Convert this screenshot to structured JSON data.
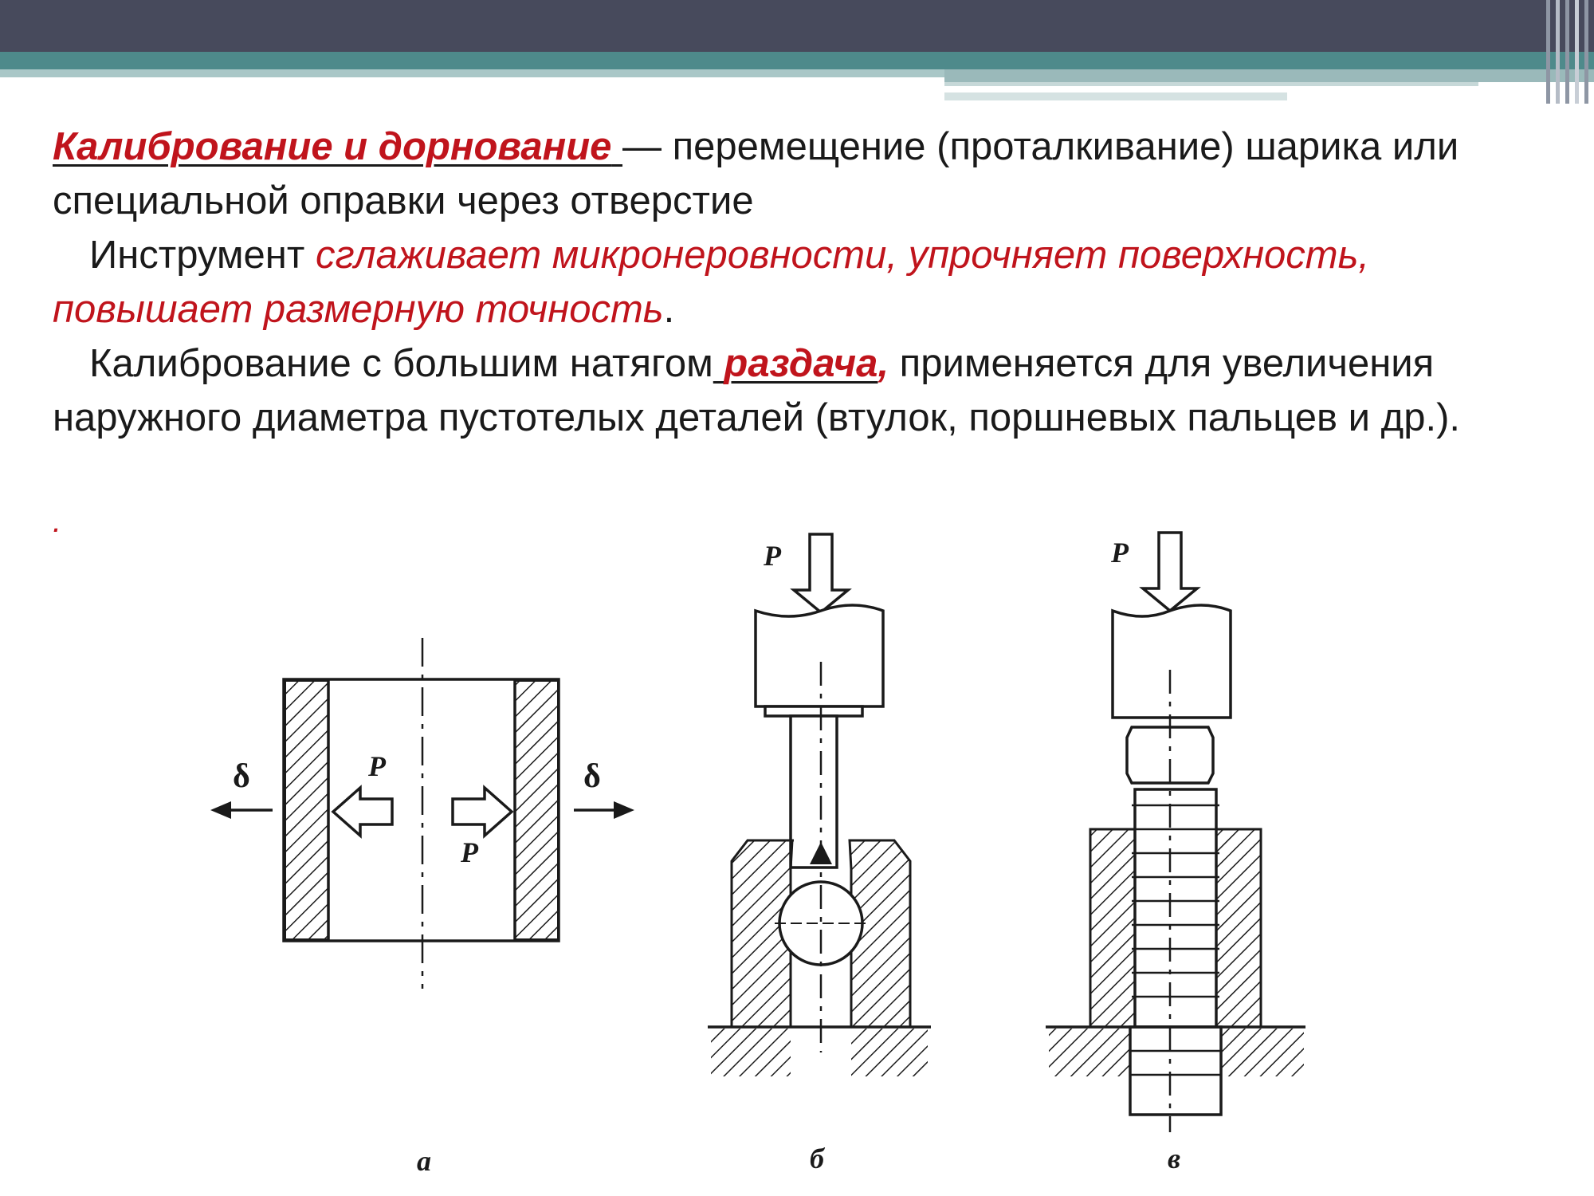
{
  "text": {
    "p1_term": "Калибрование и дорнование",
    "p1_rest": " — перемещение (проталкивание) шарика или специальной оправки через отверстие",
    "p2_start": "Инструмент ",
    "p2_red": "сглаживает микронеровности, упрочняет поверхность, повышает размерную точность",
    "p2_end": ".",
    "p3_start": "Калибрование с большим натягом",
    "p3_term": "раздача",
    "p3_comma": ",",
    "p3_rest": " применяется для увеличения наружного диаметра пустотелых деталей (втулок, поршневых пальцев и др.).",
    "stray_dot": "."
  },
  "figure": {
    "label_force": "P",
    "label_delta": "δ",
    "caption_a": "а",
    "caption_b": "б",
    "caption_c": "в"
  },
  "colors": {
    "header_dark": "#474a5c",
    "header_teal": "#4e8a8b",
    "header_light": "#a9c7c7",
    "accent_red": "#c0141c",
    "text": "#1a1a1a"
  }
}
